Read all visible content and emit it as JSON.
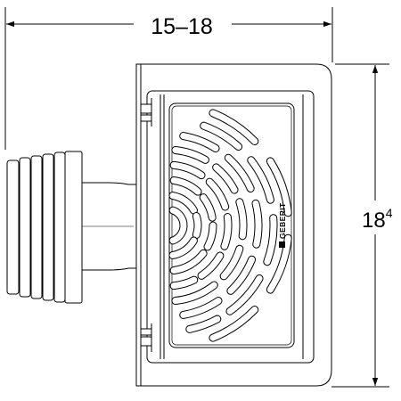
{
  "dimensions": {
    "width_label": "15–18",
    "height_label_main": "18",
    "height_label_sup": "4"
  },
  "brand": {
    "name": "GEBERIT",
    "icon": "geberit-logo-square-icon"
  }
}
